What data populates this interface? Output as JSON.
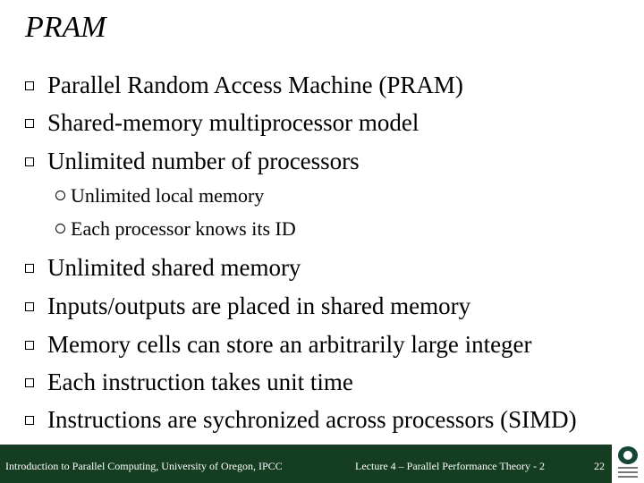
{
  "slide": {
    "title": "PRAM",
    "bullets_top": [
      "Parallel Random Access Machine (PRAM)",
      "Shared-memory multiprocessor model",
      "Unlimited number of processors"
    ],
    "sub_bullets": [
      "Unlimited local memory",
      "Each processor knows its ID"
    ],
    "bullets_bottom": [
      "Unlimited shared memory",
      "Inputs/outputs are placed in shared memory",
      "Memory cells can store an arbitrarily large integer",
      "Each instruction takes unit time",
      "Instructions are sychronized across processors (SIMD)"
    ]
  },
  "footer": {
    "left": "Introduction to Parallel Computing, University of Oregon, IPCC",
    "center": "Lecture 4 – Parallel Performance Theory - 2",
    "page_number": "22",
    "background": "#153d22"
  },
  "logo": {
    "icon": "university-of-oregon-logo-icon",
    "accent": "#154733"
  }
}
